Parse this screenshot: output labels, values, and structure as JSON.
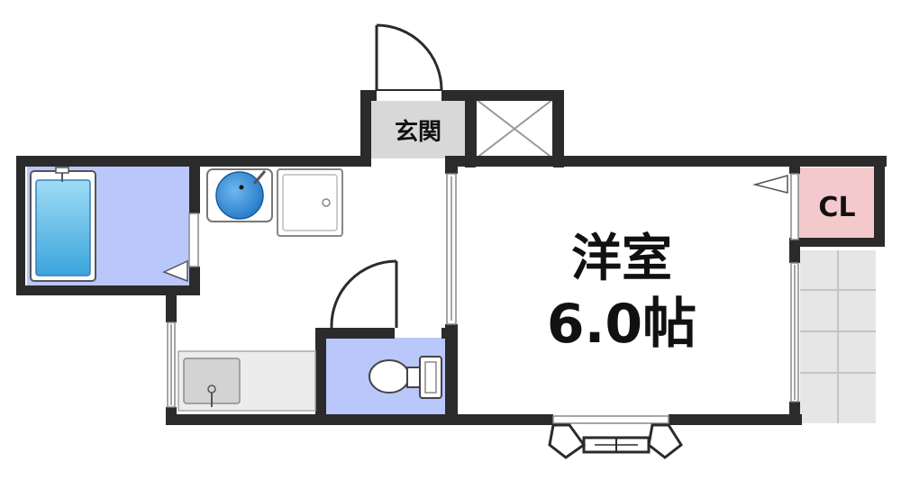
{
  "rooms": {
    "genkan": "玄関",
    "closet": "CL",
    "western_room_name": "洋室",
    "western_room_size": "6.0帖"
  },
  "colors": {
    "wall": "#2b2b2b",
    "bath_area": "#b9c7fb",
    "toilet_area": "#b9c7fb",
    "closet_fill": "#f4c9cc",
    "genkan_fill": "#d8d8d8",
    "balcony_fill": "#e6e6e6",
    "kitchen_counter": "#ececec",
    "tub_water": "#6ec3ea",
    "sink_water": "#2f8fd8"
  }
}
